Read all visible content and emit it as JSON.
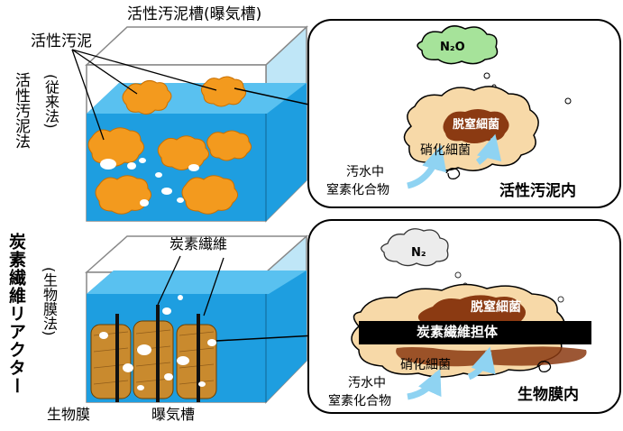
{
  "top": {
    "tank_label": "活性汚泥槽(曝気槽)",
    "sludge_label": "活性汚泥",
    "method_label_main": "活性汚泥法",
    "method_label_sub": "(従来法)",
    "bubble": {
      "gas": "N₂O",
      "denitrifier": "脱窒細菌",
      "nitrifier": "硝化細菌",
      "input_line1": "汚水中",
      "input_line2": "窒素化合物",
      "caption": "活性汚泥内"
    }
  },
  "bottom": {
    "fiber_label": "炭素繊維",
    "biofilm_label": "生物膜",
    "aeration_label": "曝気槽",
    "method_label_main": "炭素繊維リアクター",
    "method_label_sub": "(生物膜法)",
    "bubble": {
      "gas": "N₂",
      "denitrifier": "脱窒細菌",
      "carrier": "炭素繊維担体",
      "nitrifier": "硝化細菌",
      "input_line1": "汚水中",
      "input_line2": "窒素化合物",
      "caption": "生物膜内"
    }
  },
  "colors": {
    "water": "#1e9ee0",
    "water_top": "#59c1f0",
    "sludge": "#f39a1e",
    "bubble_fill": "#f7d9a8",
    "denitrifier": "#8b3a12",
    "carrier": "#000000",
    "arrow": "#8fd3f2",
    "n2o_cloud": "#a6e39a",
    "n2_cloud": "#ececec"
  }
}
